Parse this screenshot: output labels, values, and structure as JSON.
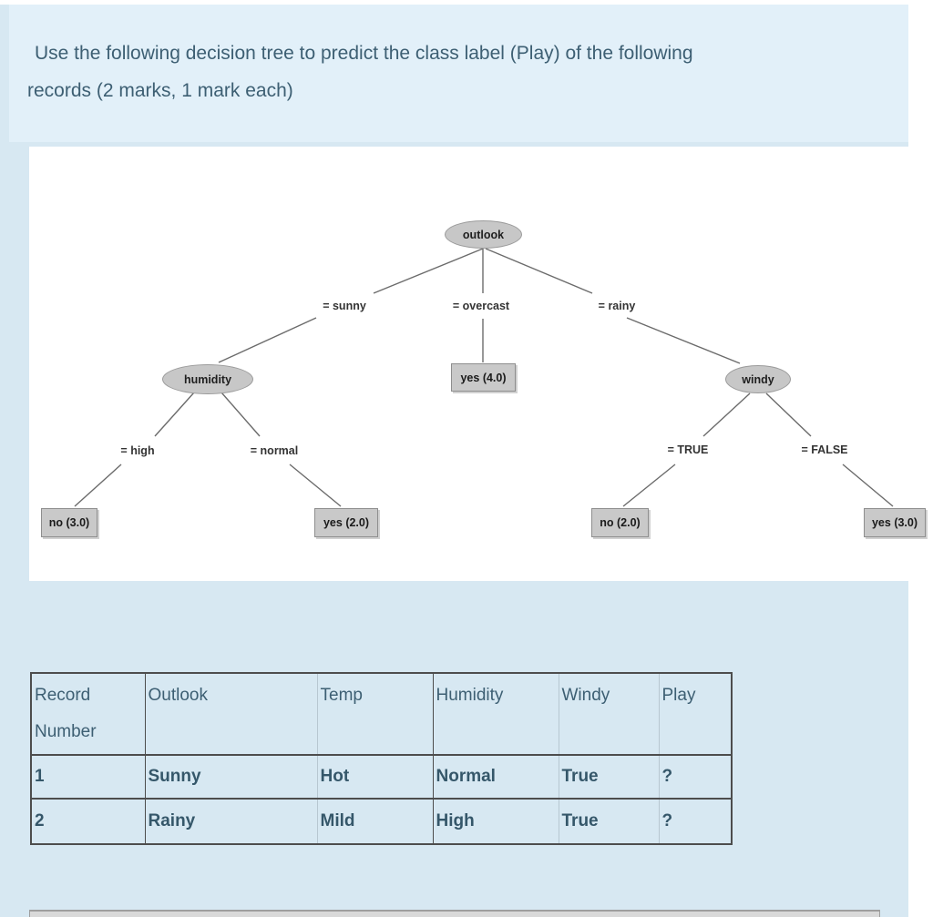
{
  "question": {
    "line1": "Use the following decision tree to predict the class label (Play) of the following",
    "line2": "records (2 marks, 1 mark each)"
  },
  "tree": {
    "root": {
      "label": "outlook"
    },
    "nodes": {
      "humidity": "humidity",
      "windy": "windy"
    },
    "branch_labels": {
      "sunny": "= sunny",
      "overcast": "= overcast",
      "rainy": "= rainy",
      "high": "= high",
      "normal": "= normal",
      "true": "= TRUE",
      "false": "= FALSE"
    },
    "leaves": {
      "overcast": "yes (4.0)",
      "high": "no (3.0)",
      "normal": "yes (2.0)",
      "true": "no (2.0)",
      "false": "yes (3.0)"
    }
  },
  "table": {
    "headers": [
      "Record Number",
      "Outlook",
      "Temp",
      "Humidity",
      "Windy",
      "Play"
    ],
    "rows": [
      [
        "1",
        "Sunny",
        "Hot",
        "Normal",
        "True",
        "?"
      ],
      [
        "2",
        "Rainy",
        "Mild",
        "High",
        "True",
        "?"
      ]
    ]
  },
  "colors": {
    "panel_bg": "#d7e8f2",
    "question_box_bg": "#e2f0f9",
    "text": "#3d5f73",
    "node_fill": "#c7c7c7",
    "edge_line": "#6b6b6b",
    "table_border_dark": "#4d4d4d",
    "table_border_light": "#b7c7d1",
    "scrollbar_track": "#d9d9d9"
  }
}
